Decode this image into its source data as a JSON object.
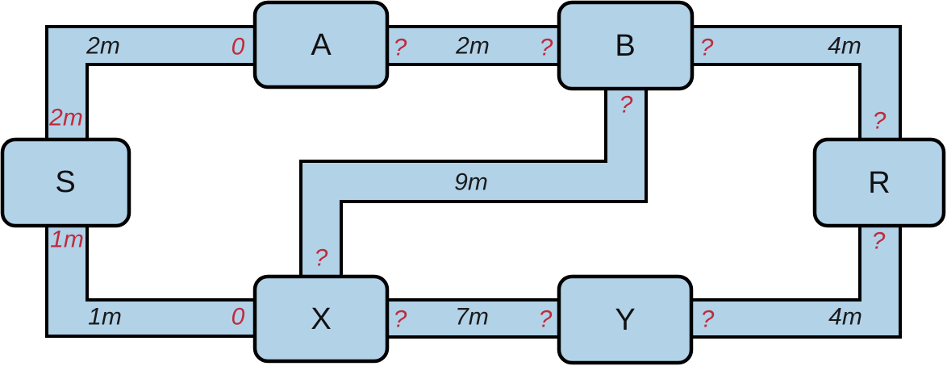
{
  "diagram": {
    "nodes": {
      "s": {
        "label": "S"
      },
      "a": {
        "label": "A"
      },
      "b": {
        "label": "B"
      },
      "r": {
        "label": "R"
      },
      "x": {
        "label": "X"
      },
      "y": {
        "label": "Y"
      }
    },
    "edges": {
      "s_a": {
        "distance": "2m",
        "near_s": "2m",
        "near_a": "0"
      },
      "a_b": {
        "distance": "2m",
        "near_a": "?",
        "near_b": "?"
      },
      "b_r": {
        "distance": "4m",
        "near_b": "?",
        "near_r": "?"
      },
      "b_x": {
        "distance": "9m",
        "near_b": "?",
        "near_x": "?"
      },
      "s_x": {
        "distance": "1m",
        "near_s": "1m",
        "near_x": "0"
      },
      "x_y": {
        "distance": "7m",
        "near_x": "?",
        "near_y": "?"
      },
      "y_r": {
        "distance": "4m",
        "near_y": "?",
        "near_r": "?"
      }
    },
    "colors": {
      "node_fill": "#b2d2e8",
      "pipe_fill": "#b2d2e8",
      "outline": "#000000",
      "distance_label": "#1a1a1a",
      "unknown_label": "#bf2b3c",
      "background": "#ffffff"
    }
  }
}
